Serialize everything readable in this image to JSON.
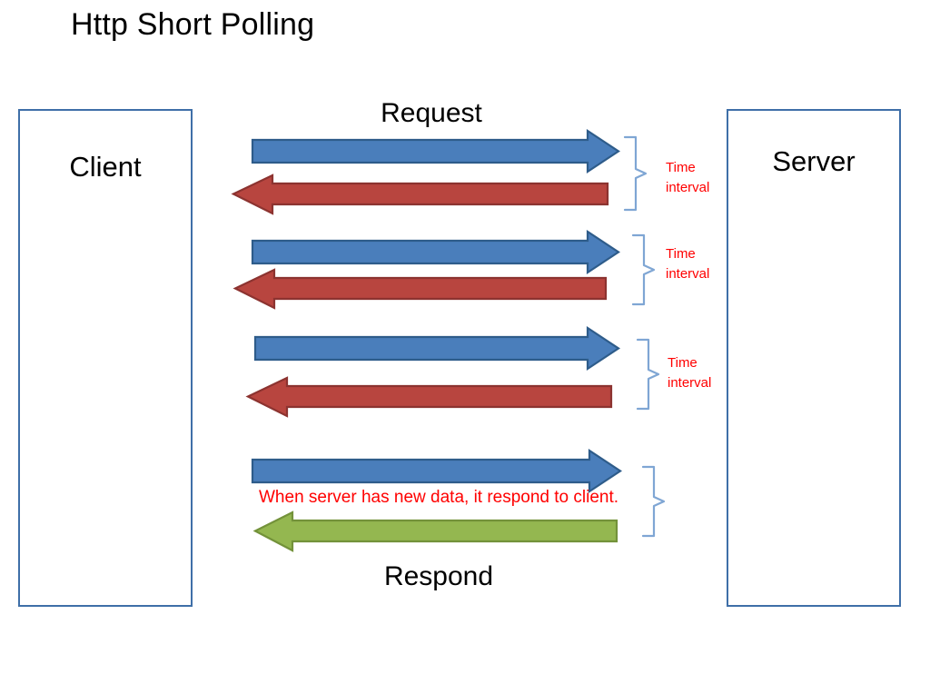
{
  "diagram": {
    "title": "Http Short Polling",
    "type": "sequence-diagram",
    "background_color": "#FFFFFF"
  },
  "endpoints": {
    "client": {
      "label": "Client",
      "border_color": "#3F6FA8"
    },
    "server": {
      "label": "Server",
      "border_color": "#3F6FA8"
    }
  },
  "flow_labels": {
    "top": "Request",
    "bottom": "Respond"
  },
  "colors": {
    "request_arrow_fill": "#4A7EBB",
    "request_arrow_border": "#2E5C8A",
    "response_arrow_fill": "#B8453F",
    "response_arrow_border": "#8C3330",
    "final_response_fill": "#94B750",
    "final_response_border": "#73923A",
    "brace_color": "#7FA6D4",
    "annotation_color": "#FF0000",
    "text_color": "#000000"
  },
  "exchanges": [
    {
      "index": 1,
      "request": {
        "direction": "client-to-server",
        "color_role": "request"
      },
      "response": {
        "direction": "server-to-client",
        "color_role": "response"
      },
      "brace_label": "Time\ninterval"
    },
    {
      "index": 2,
      "request": {
        "direction": "client-to-server",
        "color_role": "request"
      },
      "response": {
        "direction": "server-to-client",
        "color_role": "response"
      },
      "brace_label": "Time\ninterval"
    },
    {
      "index": 3,
      "request": {
        "direction": "client-to-server",
        "color_role": "request"
      },
      "response": {
        "direction": "server-to-client",
        "color_role": "response"
      },
      "brace_label": "Time\ninterval"
    },
    {
      "index": 4,
      "request": {
        "direction": "client-to-server",
        "color_role": "request"
      },
      "response": {
        "direction": "server-to-client",
        "color_role": "final-response"
      },
      "brace_label": "",
      "caption": "When server has new data, it respond to client."
    }
  ],
  "annotations": {
    "interval_1": "Time\ninterval",
    "interval_2": "Time\ninterval",
    "interval_3": "Time\ninterval",
    "new_data_caption": "When server has new data, it respond to client."
  }
}
